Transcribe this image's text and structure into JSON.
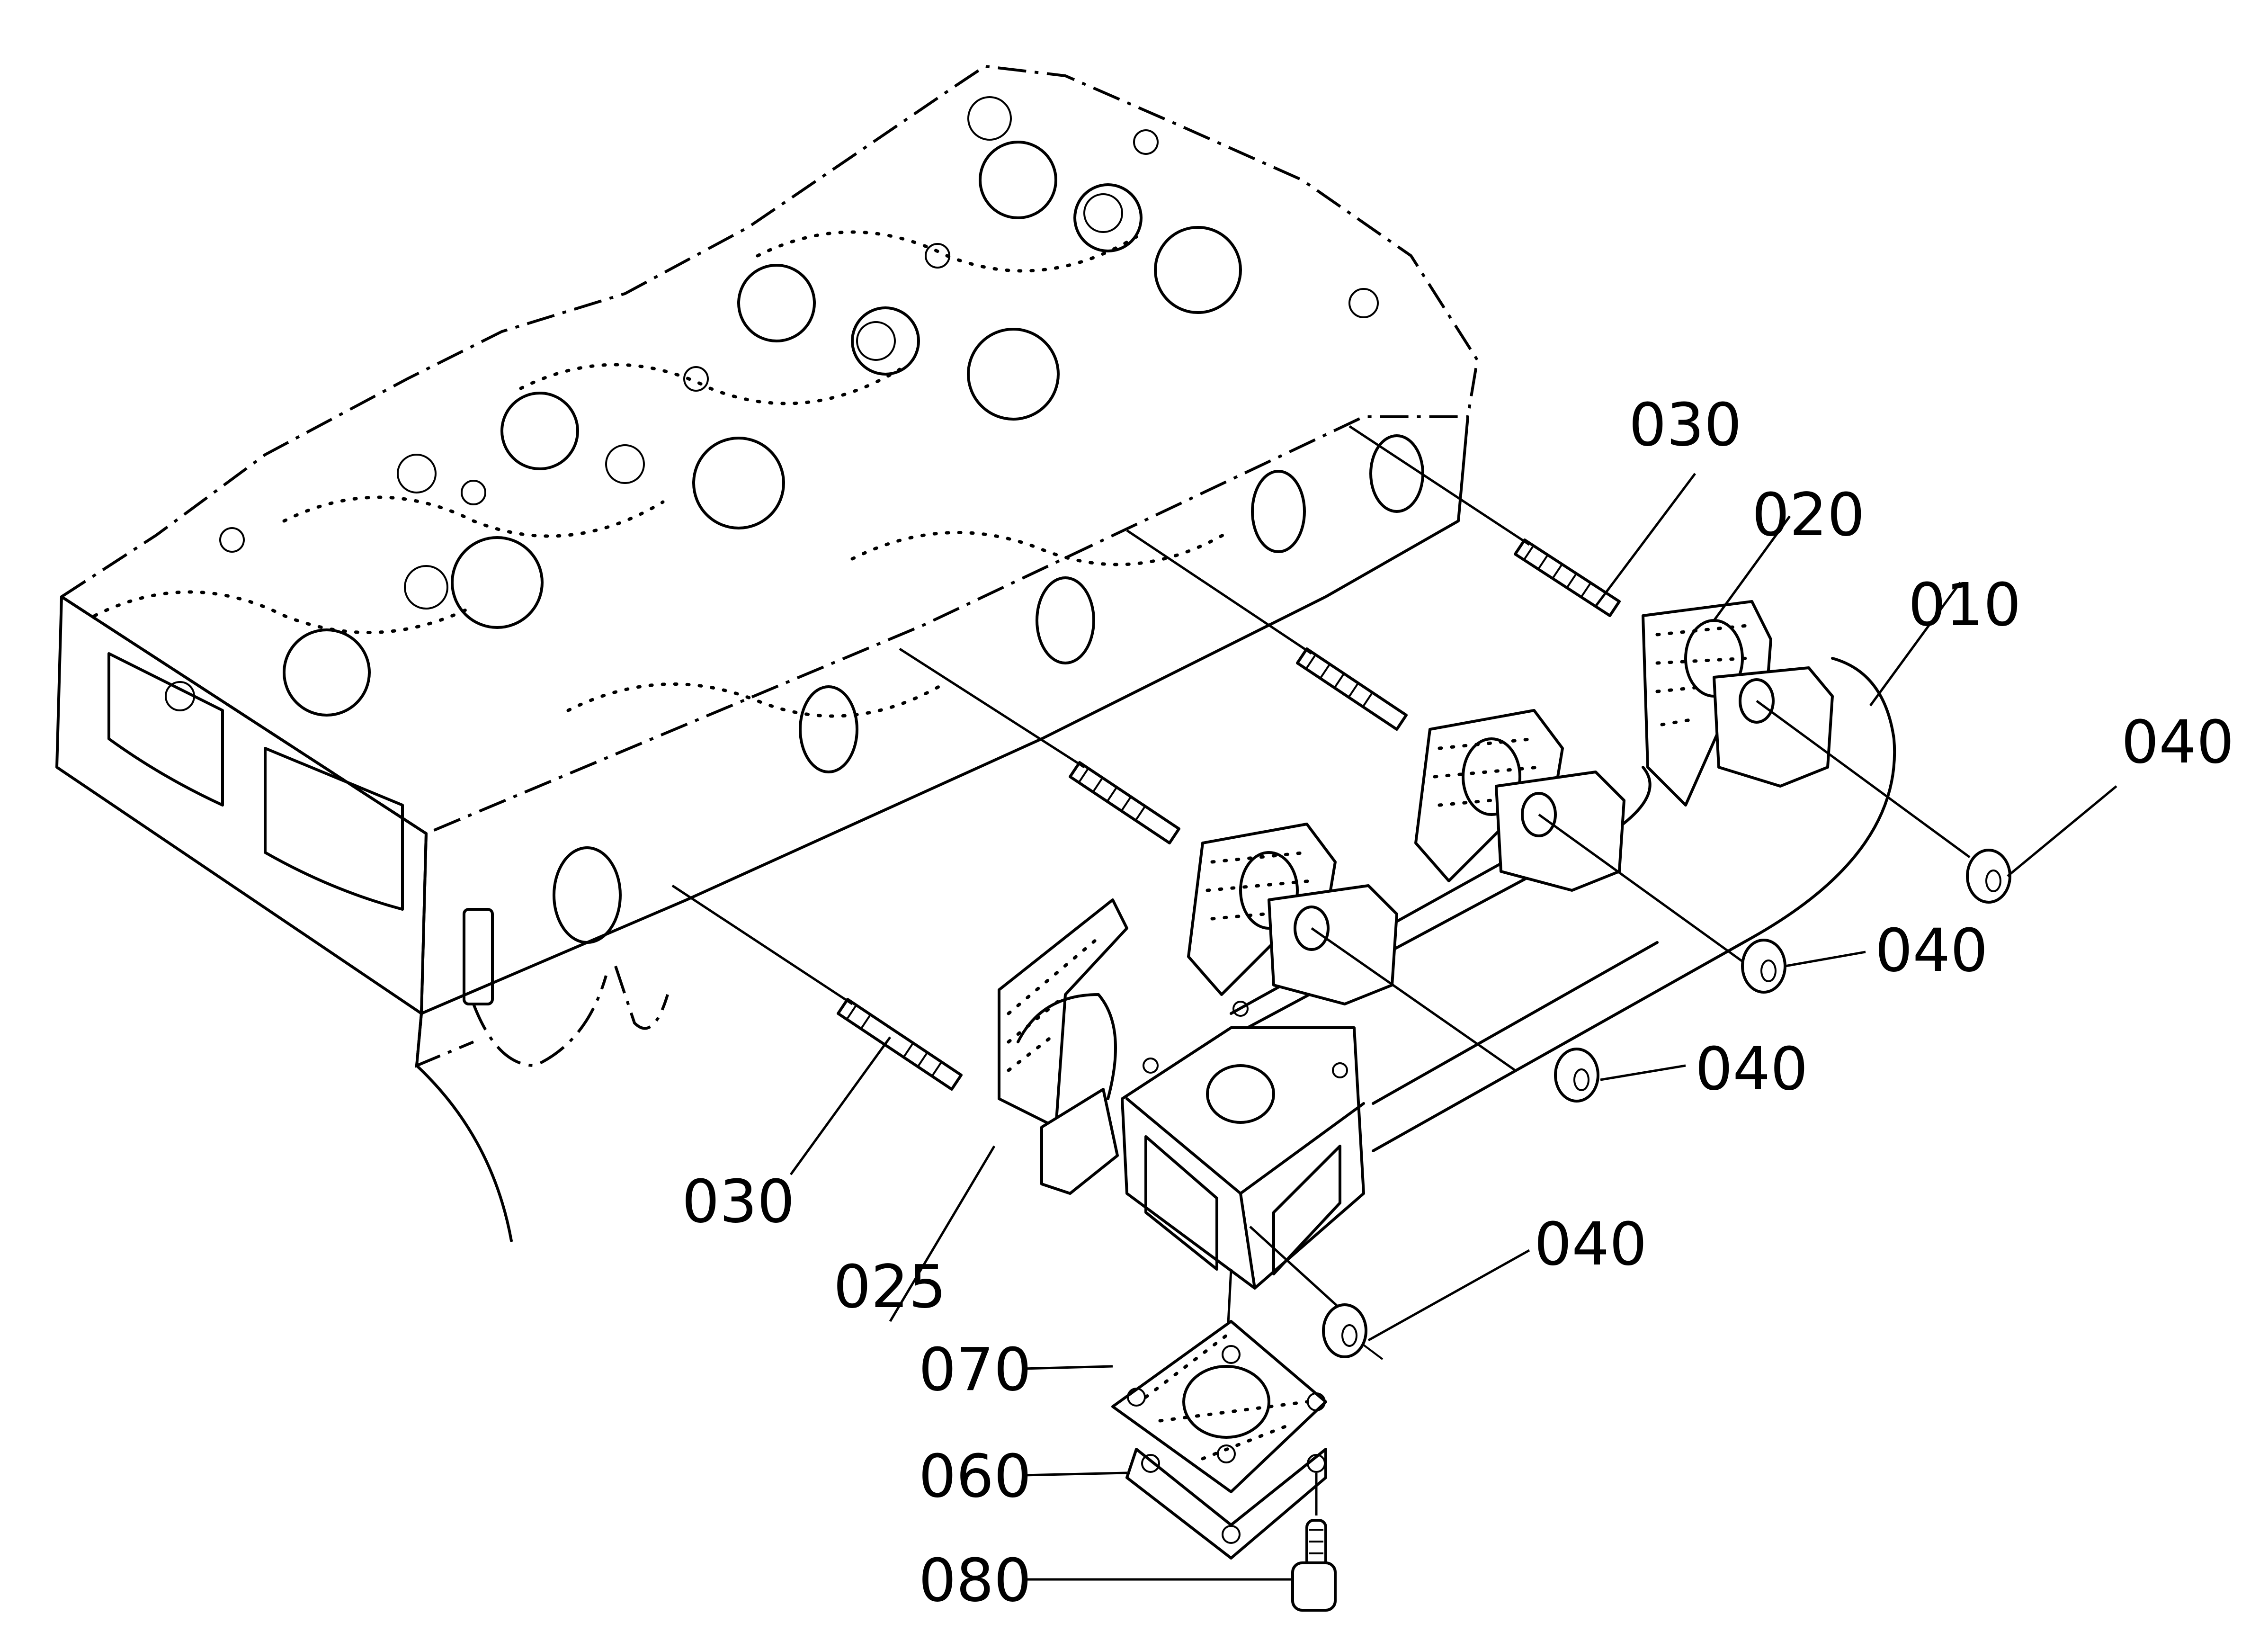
{
  "diagram": {
    "type": "exploded-parts-diagram",
    "subject": "exhaust manifold assembly on cylinder head",
    "colors": {
      "line": "#000000",
      "background": "#ffffff"
    },
    "callouts": [
      {
        "id": "030-top",
        "label": "030",
        "part": "stud"
      },
      {
        "id": "020",
        "label": "020",
        "part": "gasket"
      },
      {
        "id": "010",
        "label": "010",
        "part": "exhaust manifold"
      },
      {
        "id": "040-right",
        "label": "040",
        "part": "nut"
      },
      {
        "id": "040-mid",
        "label": "040",
        "part": "nut"
      },
      {
        "id": "040-lower",
        "label": "040",
        "part": "nut"
      },
      {
        "id": "030-bottom",
        "label": "030",
        "part": "stud"
      },
      {
        "id": "025",
        "label": "025",
        "part": "gasket"
      },
      {
        "id": "040-bottom",
        "label": "040",
        "part": "nut"
      },
      {
        "id": "070",
        "label": "070",
        "part": "gasket"
      },
      {
        "id": "060",
        "label": "060",
        "part": "flange plate"
      },
      {
        "id": "080",
        "label": "080",
        "part": "bolt"
      }
    ]
  }
}
